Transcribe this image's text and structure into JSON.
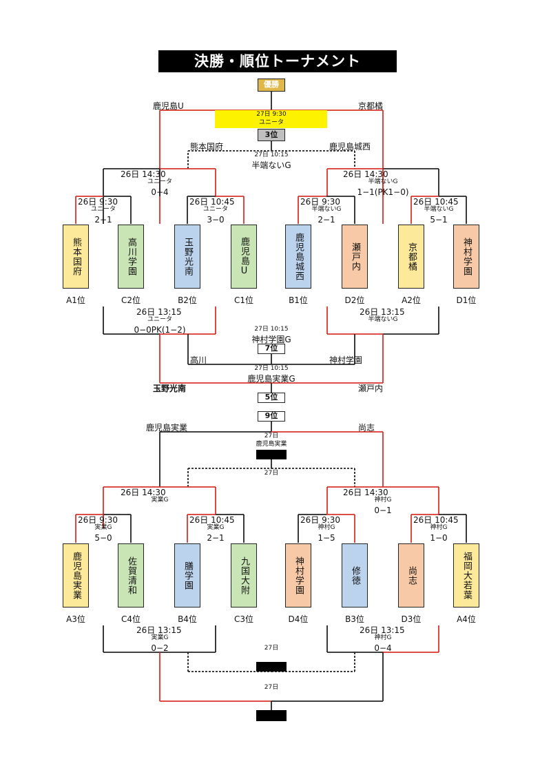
{
  "title": "決勝・順位トーナメント",
  "colors": {
    "red": "#d9332b",
    "line": "#222222",
    "yellow_team": "#fde99a",
    "green_team": "#c9e5b5",
    "blue_team": "#bcd3ee",
    "orange_team": "#f7c9a6",
    "gold_box": "#e0b84a",
    "gray_box": "#bfbfbf",
    "highlight": "#fdf200"
  },
  "final": {
    "winner_label": "優勝",
    "final_left": "鹿児島U",
    "final_right": "京都橘",
    "final_time": "27日 9:30",
    "final_venue": "ユニータ",
    "third_label": "3位",
    "third_left": "熊本国府",
    "third_right": "鹿児島城西",
    "third_time": "27日 10:15",
    "third_venue": "半端ないG",
    "semi_left": {
      "time": "26日 14:30",
      "venue": "ユニータ",
      "score": "0−4"
    },
    "semi_right": {
      "time": "26日 14:30",
      "venue": "半端ないG",
      "score": "1−1(PK1−0)"
    },
    "qf": [
      {
        "time": "26日 9:30",
        "venue": "ユニータ",
        "score": "2−1"
      },
      {
        "time": "26日 10:45",
        "venue": "ユニータ",
        "score": "3−0"
      },
      {
        "time": "26日 9:30",
        "venue": "半端ないG",
        "score": "2−1"
      },
      {
        "time": "26日 10:45",
        "venue": "半端ないG",
        "score": "5−1"
      }
    ],
    "teams": [
      {
        "name": "熊本国府",
        "seed": "A1位",
        "color": "yellow"
      },
      {
        "name": "高川学園",
        "seed": "C2位",
        "color": "green"
      },
      {
        "name": "玉野光南",
        "seed": "B2位",
        "color": "blue"
      },
      {
        "name": "鹿児島U",
        "seed": "C1位",
        "color": "green"
      },
      {
        "name": "鹿児島城西",
        "seed": "B1位",
        "color": "blue"
      },
      {
        "name": "瀬戸内",
        "seed": "D2位",
        "color": "orange"
      },
      {
        "name": "京都橘",
        "seed": "A2位",
        "color": "yellow"
      },
      {
        "name": "神村学園",
        "seed": "D1位",
        "color": "orange"
      }
    ],
    "cons_left": {
      "time": "26日 13:15",
      "venue": "ユニータ",
      "score": "0−0PK(1−2)"
    },
    "cons_right": {
      "time": "26日 13:15",
      "venue": "半端ないG"
    },
    "seventh_time": "27日 10:15",
    "seventh_venue": "神村学園G",
    "seventh_label": "7位",
    "seventh_left": "高川",
    "seventh_right": "神村学園",
    "fifth_time": "27日 10:15",
    "fifth_venue": "鹿児島実業G",
    "fifth_label": "5位",
    "fifth_left": "玉野光南",
    "fifth_right": "瀬戸内"
  },
  "lower": {
    "ninth_label": "9位",
    "ninth_left": "鹿児島実業",
    "ninth_right": "尚志",
    "ninth_time": "27日",
    "ninth_venue": "鹿児島実業",
    "eleventh_time": "27日",
    "semi_left": {
      "time": "26日 14:30",
      "venue": "実業G"
    },
    "semi_right": {
      "time": "26日 14:30",
      "venue": "神村G",
      "score": "0−1"
    },
    "qf": [
      {
        "time": "26日 9:30",
        "venue": "実業G",
        "score": "5−0"
      },
      {
        "time": "26日 10:45",
        "venue": "実業G",
        "score": "2−1"
      },
      {
        "time": "26日 9:30",
        "venue": "神村G",
        "score": "1−5"
      },
      {
        "time": "26日 10:45",
        "venue": "神村G",
        "score": "1−0"
      }
    ],
    "teams": [
      {
        "name": "鹿児島実業",
        "seed": "A3位",
        "color": "yellow"
      },
      {
        "name": "佐賀清和",
        "seed": "C4位",
        "color": "green"
      },
      {
        "name": "膳学園",
        "seed": "B4位",
        "color": "blue"
      },
      {
        "name": "九国大附",
        "seed": "C3位",
        "color": "green"
      },
      {
        "name": "神村学園",
        "seed": "D4位",
        "color": "orange"
      },
      {
        "name": "修徳",
        "seed": "B3位",
        "color": "blue"
      },
      {
        "name": "尚志",
        "seed": "D3位",
        "color": "orange"
      },
      {
        "name": "福岡大若葉",
        "seed": "A4位",
        "color": "yellow"
      }
    ],
    "cons_left": {
      "time": "26日 13:15",
      "venue": "実業G",
      "score": "0−2"
    },
    "cons_right": {
      "time": "26日 13:15",
      "venue": "神村G",
      "score": "0−4"
    },
    "mid_time": "27日",
    "bottom_time": "27日"
  }
}
